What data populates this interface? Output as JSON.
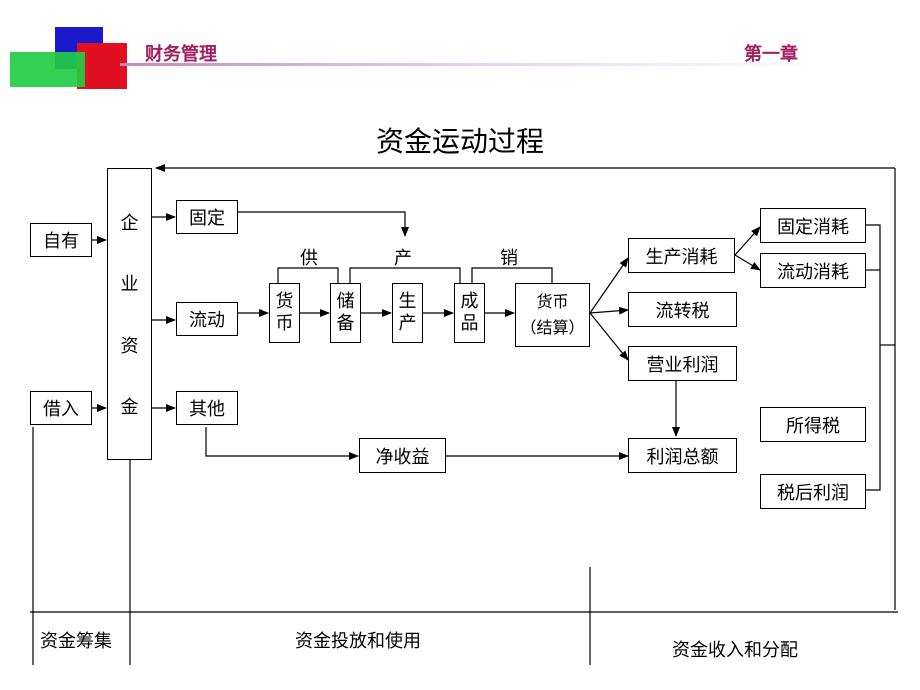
{
  "header": {
    "course": "财务管理",
    "chapter": "第一章"
  },
  "diagram": {
    "title": "资金运动过程",
    "sources": {
      "self": "自有",
      "borrow": "借入"
    },
    "enterprise_chars": [
      "企",
      "业",
      "资",
      "金"
    ],
    "uses": {
      "fixed": "固定",
      "current": "流动",
      "other": "其他"
    },
    "cycle_labels": {
      "supply": "供",
      "produce": "产",
      "sell": "销"
    },
    "cycle": {
      "money": [
        "货",
        "币"
      ],
      "reserve": [
        "储",
        "备"
      ],
      "production": [
        "生",
        "产"
      ],
      "goods": [
        "成",
        "品"
      ],
      "settle_line1": "货币",
      "settle_line2": "（结算）"
    },
    "allocation": {
      "prod_cost": "生产消耗",
      "turnover_tax": "流转税",
      "op_profit": "营业利润",
      "total_profit": "利润总额",
      "net_income": "净收益",
      "fixed_cost": "固定消耗",
      "current_cost": "流动消耗",
      "income_tax": "所得税",
      "after_tax_profit": "税后利润"
    },
    "footer": {
      "raise": "资金筹集",
      "invest_use": "资金投放和使用",
      "income_distribution": "资金收入和分配"
    }
  }
}
